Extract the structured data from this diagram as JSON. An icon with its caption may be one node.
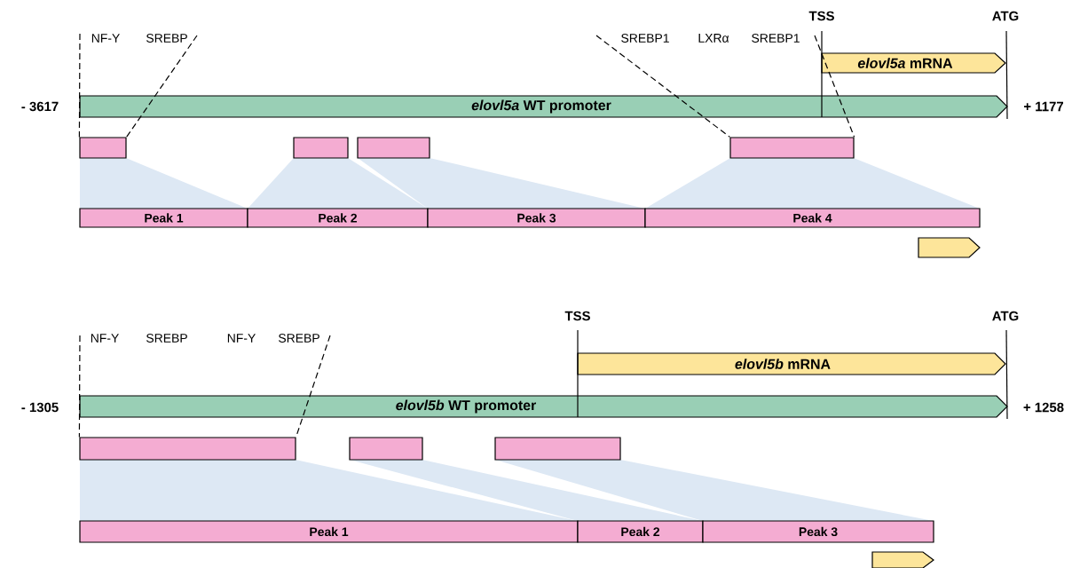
{
  "diagram": {
    "nodes": [
      {
        "text": [
          "*elovl5a* WT promoter"
        ]
      },
      {
        "text": [
          "*elovl5a* mRNA"
        ]
      },
      {
        "text": [],
        "shape": "box"
      },
      {
        "text": [],
        "shape": "box"
      },
      {
        "text": [],
        "shape": "box"
      },
      {
        "text": [],
        "shape": "box"
      },
      {
        "text": [
          "Peak 1"
        ]
      },
      {
        "text": [
          "Peak 2"
        ]
      },
      {
        "text": [
          "Peak 3"
        ]
      },
      {
        "text": [
          "Peak 4"
        ]
      },
      {
        "text": [],
        "shape": "arrow"
      },
      {
        "text": [
          "*elovl5b* WT promoter"
        ]
      },
      {
        "text": [
          "*elovl5b* mRNA"
        ]
      },
      {
        "text": [],
        "shape": "box"
      },
      {
        "text": [],
        "shape": "box"
      },
      {
        "text": [],
        "shape": "box"
      },
      {
        "text": [
          "Peak 1"
        ]
      },
      {
        "text": [
          "Peak 2"
        ]
      },
      {
        "text": [
          "Peak 3"
        ]
      },
      {
        "text": [],
        "shape": "arrow"
      }
    ],
    "edges": [
      {
        "from": null,
        "to": 2,
        "arrow": "none",
        "style": "dashed"
      },
      {
        "from": null,
        "to": 2,
        "arrow": "none",
        "style": "dashed"
      },
      {
        "from": null,
        "to": 5,
        "arrow": "none",
        "style": "dashed"
      },
      {
        "from": null,
        "to": 5,
        "arrow": "none",
        "style": "dashed"
      },
      {
        "from": null,
        "to": 13,
        "arrow": "none",
        "style": "dashed"
      },
      {
        "from": null,
        "to": 13,
        "arrow": "none",
        "style": "dashed"
      }
    ],
    "labels": [
      "TSS",
      "ATG",
      "NF-Y",
      "SREBP",
      "SREBP1",
      "LXRα",
      "SREBP1",
      "- 3617",
      "+ 1177",
      "TSS",
      "ATG",
      "NF-Y",
      "SREBP",
      "NF-Y",
      "SREBP",
      "- 1305",
      "+ 1258"
    ]
  }
}
